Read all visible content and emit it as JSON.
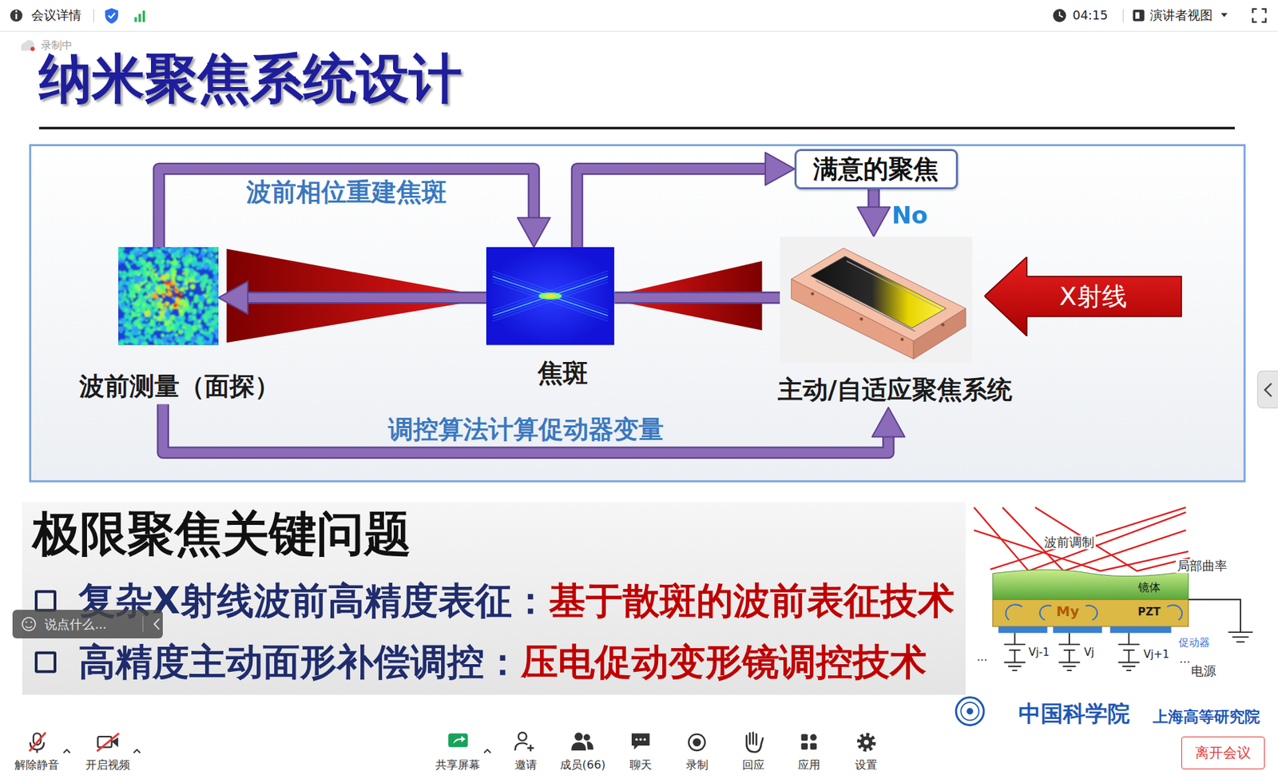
{
  "diagram": {
    "title": "纳米聚焦系统设计",
    "nodes": [
      {
        "text": [
          "满意的聚焦"
        ]
      },
      {
        "text": [
          "波前测量（面探）"
        ]
      },
      {
        "text": [
          "焦斑"
        ]
      },
      {
        "text": [
          "主动/自适应聚焦系统"
        ]
      },
      {
        "text": [
          "X射线"
        ]
      },
      {
        "text": [
          "极限聚焦关键问题",
          "复杂X射线波前高精度表征：",
          "基于散斑的波前表征技术",
          "高精度主动面形补偿调控：",
          "压电促动变形镜调控技术"
        ]
      },
      {
        "text": [
          "说点什么..."
        ]
      },
      {
        "text": [
          "离开会议"
        ]
      }
    ],
    "edges": [
      {
        "from": 1,
        "to": 2,
        "label": "波前相位重建焦斑",
        "arrow": "to"
      },
      {
        "from": 2,
        "to": 0,
        "arrow": "to"
      },
      {
        "from": 0,
        "to": 3,
        "label": "No",
        "arrow": "to"
      },
      {
        "from": 1,
        "to": 3,
        "label": "调控算法计算促动器变量",
        "arrow": "to"
      },
      {
        "from": 3,
        "to": 2,
        "arrow": "none"
      },
      {
        "from": 2,
        "to": 1,
        "arrow": "to"
      }
    ],
    "labels": [
      "录制中",
      "会议详情",
      "04:15",
      "演讲者视图",
      "波前调制",
      "局部曲率",
      "镜体",
      "My",
      "PZT",
      "...",
      "Vj-1",
      "Vj",
      "Vj+1",
      "...",
      "促动器",
      "电源",
      "中国科学院",
      "上海高等研究院",
      "解除静音",
      "开启视频",
      "共享屏幕",
      "邀请",
      "成员(66)",
      "聊天",
      "录制",
      "回应",
      "应用",
      "设置"
    ]
  }
}
